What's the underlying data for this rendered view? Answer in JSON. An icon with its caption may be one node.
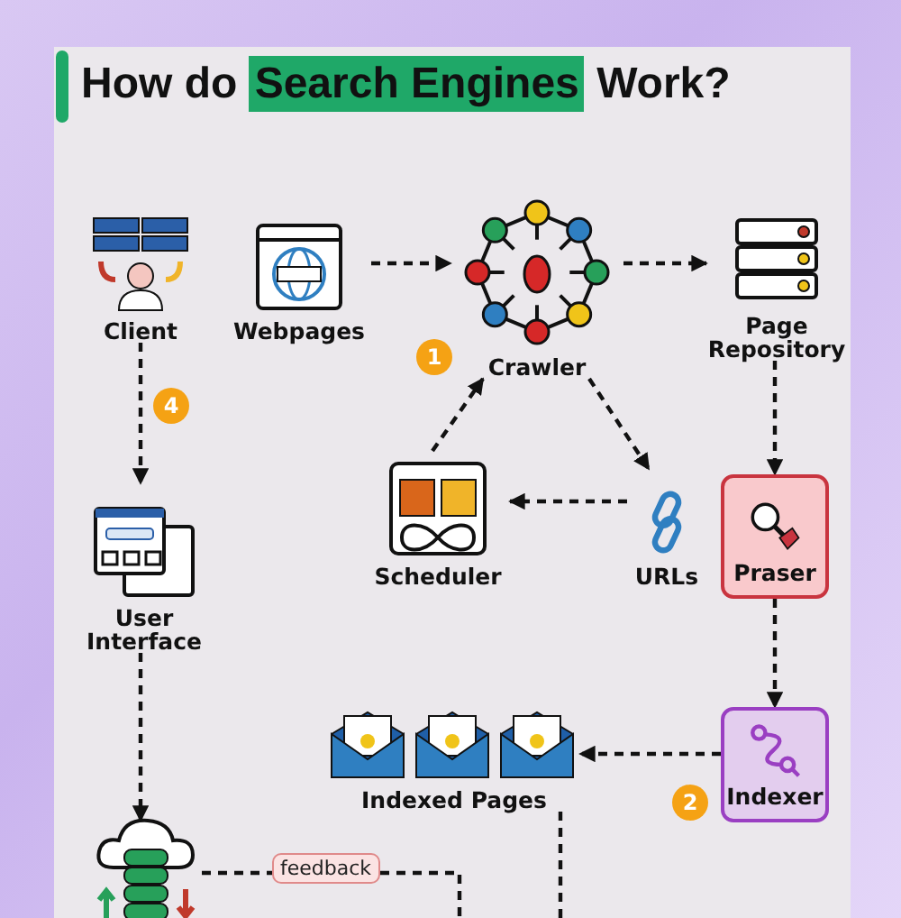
{
  "diagram": {
    "title": "How do **Search Engines** Work?",
    "nodes": [
      {
        "text": [
          "Client"
        ]
      },
      {
        "text": [
          "Webpages"
        ]
      },
      {
        "text": [
          "Crawler"
        ]
      },
      {
        "text": [
          "Page Repository"
        ]
      },
      {
        "text": [
          "Scheduler"
        ]
      },
      {
        "text": [
          "URLs"
        ]
      },
      {
        "text": [
          "Praser"
        ]
      },
      {
        "text": [
          "User Interface"
        ]
      },
      {
        "text": [
          "Indexed Pages"
        ]
      },
      {
        "text": [
          "Indexer"
        ]
      },
      {
        "text": [],
        "shape": "picture"
      }
    ],
    "edges": [
      {
        "from": 1,
        "to": 2,
        "arrow": "to"
      },
      {
        "from": 2,
        "to": 3,
        "arrow": "to"
      },
      {
        "from": 2,
        "to": 5,
        "arrow": "to"
      },
      {
        "from": 5,
        "to": 4,
        "arrow": "to"
      },
      {
        "from": 4,
        "to": 2,
        "arrow": "to"
      },
      {
        "from": 3,
        "to": 6,
        "arrow": "to"
      },
      {
        "from": 6,
        "to": 9,
        "arrow": "to"
      },
      {
        "from": 9,
        "to": 8,
        "arrow": "to"
      },
      {
        "from": 0,
        "to": 7,
        "arrow": "to"
      },
      {
        "from": 7,
        "to": 10,
        "arrow": "to"
      },
      {
        "from": 10,
        "to": null,
        "arrow": "none",
        "label": "feedback"
      },
      {
        "from": 8,
        "to": null,
        "arrow": "none"
      }
    ],
    "labels": [
      "1",
      "4",
      "2"
    ]
  }
}
